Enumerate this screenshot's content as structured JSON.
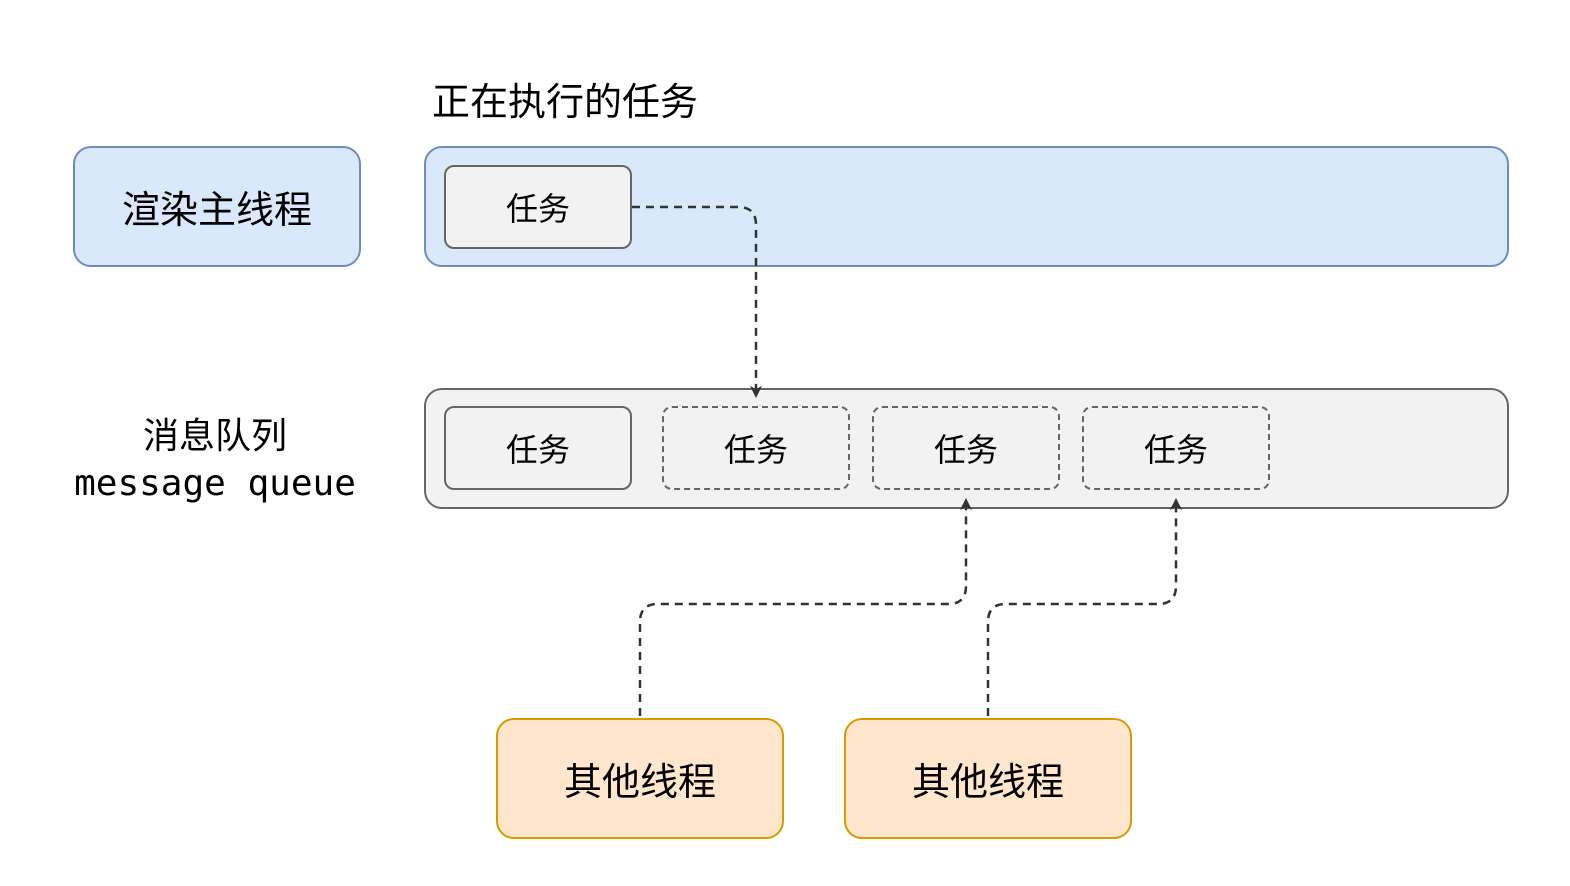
{
  "title_running": "正在执行的任务",
  "main_thread": {
    "label": "渲染主线程",
    "current_task": "任务"
  },
  "queue": {
    "label_cn": "消息队列",
    "label_en": "message queue",
    "tasks": [
      "任务",
      "任务",
      "任务",
      "任务"
    ]
  },
  "other_threads": [
    {
      "label": "其他线程"
    },
    {
      "label": "其他线程"
    }
  ],
  "colors": {
    "main_fill": "#dae8fc",
    "main_stroke": "#6c8ebf",
    "queue_fill": "#f5f5f5",
    "queue_stroke": "#666666",
    "task_fill": "#f2f2f2",
    "other_fill": "#ffe6cc",
    "other_stroke": "#d79b00",
    "connector": "#333333"
  }
}
